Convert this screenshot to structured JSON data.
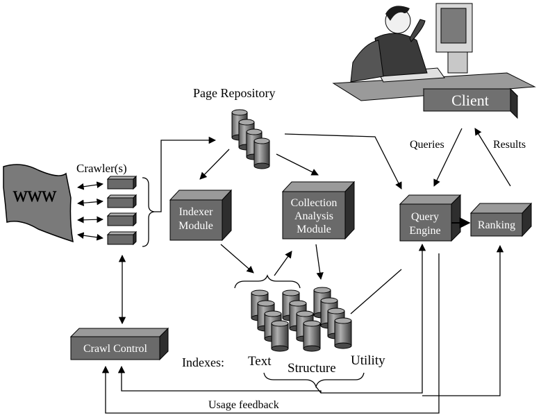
{
  "labels": {
    "page_repository": "Page Repository",
    "crawlers": "Crawler(s)",
    "www": "WWW",
    "client": "Client",
    "queries": "Queries",
    "results": "Results",
    "indexes": "Indexes:",
    "text": "Text",
    "structure": "Structure",
    "utility": "Utility",
    "usage_feedback": "Usage feedback"
  },
  "modules": {
    "indexer": [
      "Indexer",
      "Module"
    ],
    "collection": [
      "Collection",
      "Analysis",
      "Module"
    ],
    "query_engine": [
      "Query",
      "Engine"
    ],
    "ranking": "Ranking",
    "crawl_control": "Crawl Control"
  },
  "colors": {
    "box_front": "#6a6a6a",
    "box_top": "#9a9a9a",
    "box_side": "#2e2e2e",
    "cylinder": "#8a8a8a",
    "line": "#000000"
  }
}
